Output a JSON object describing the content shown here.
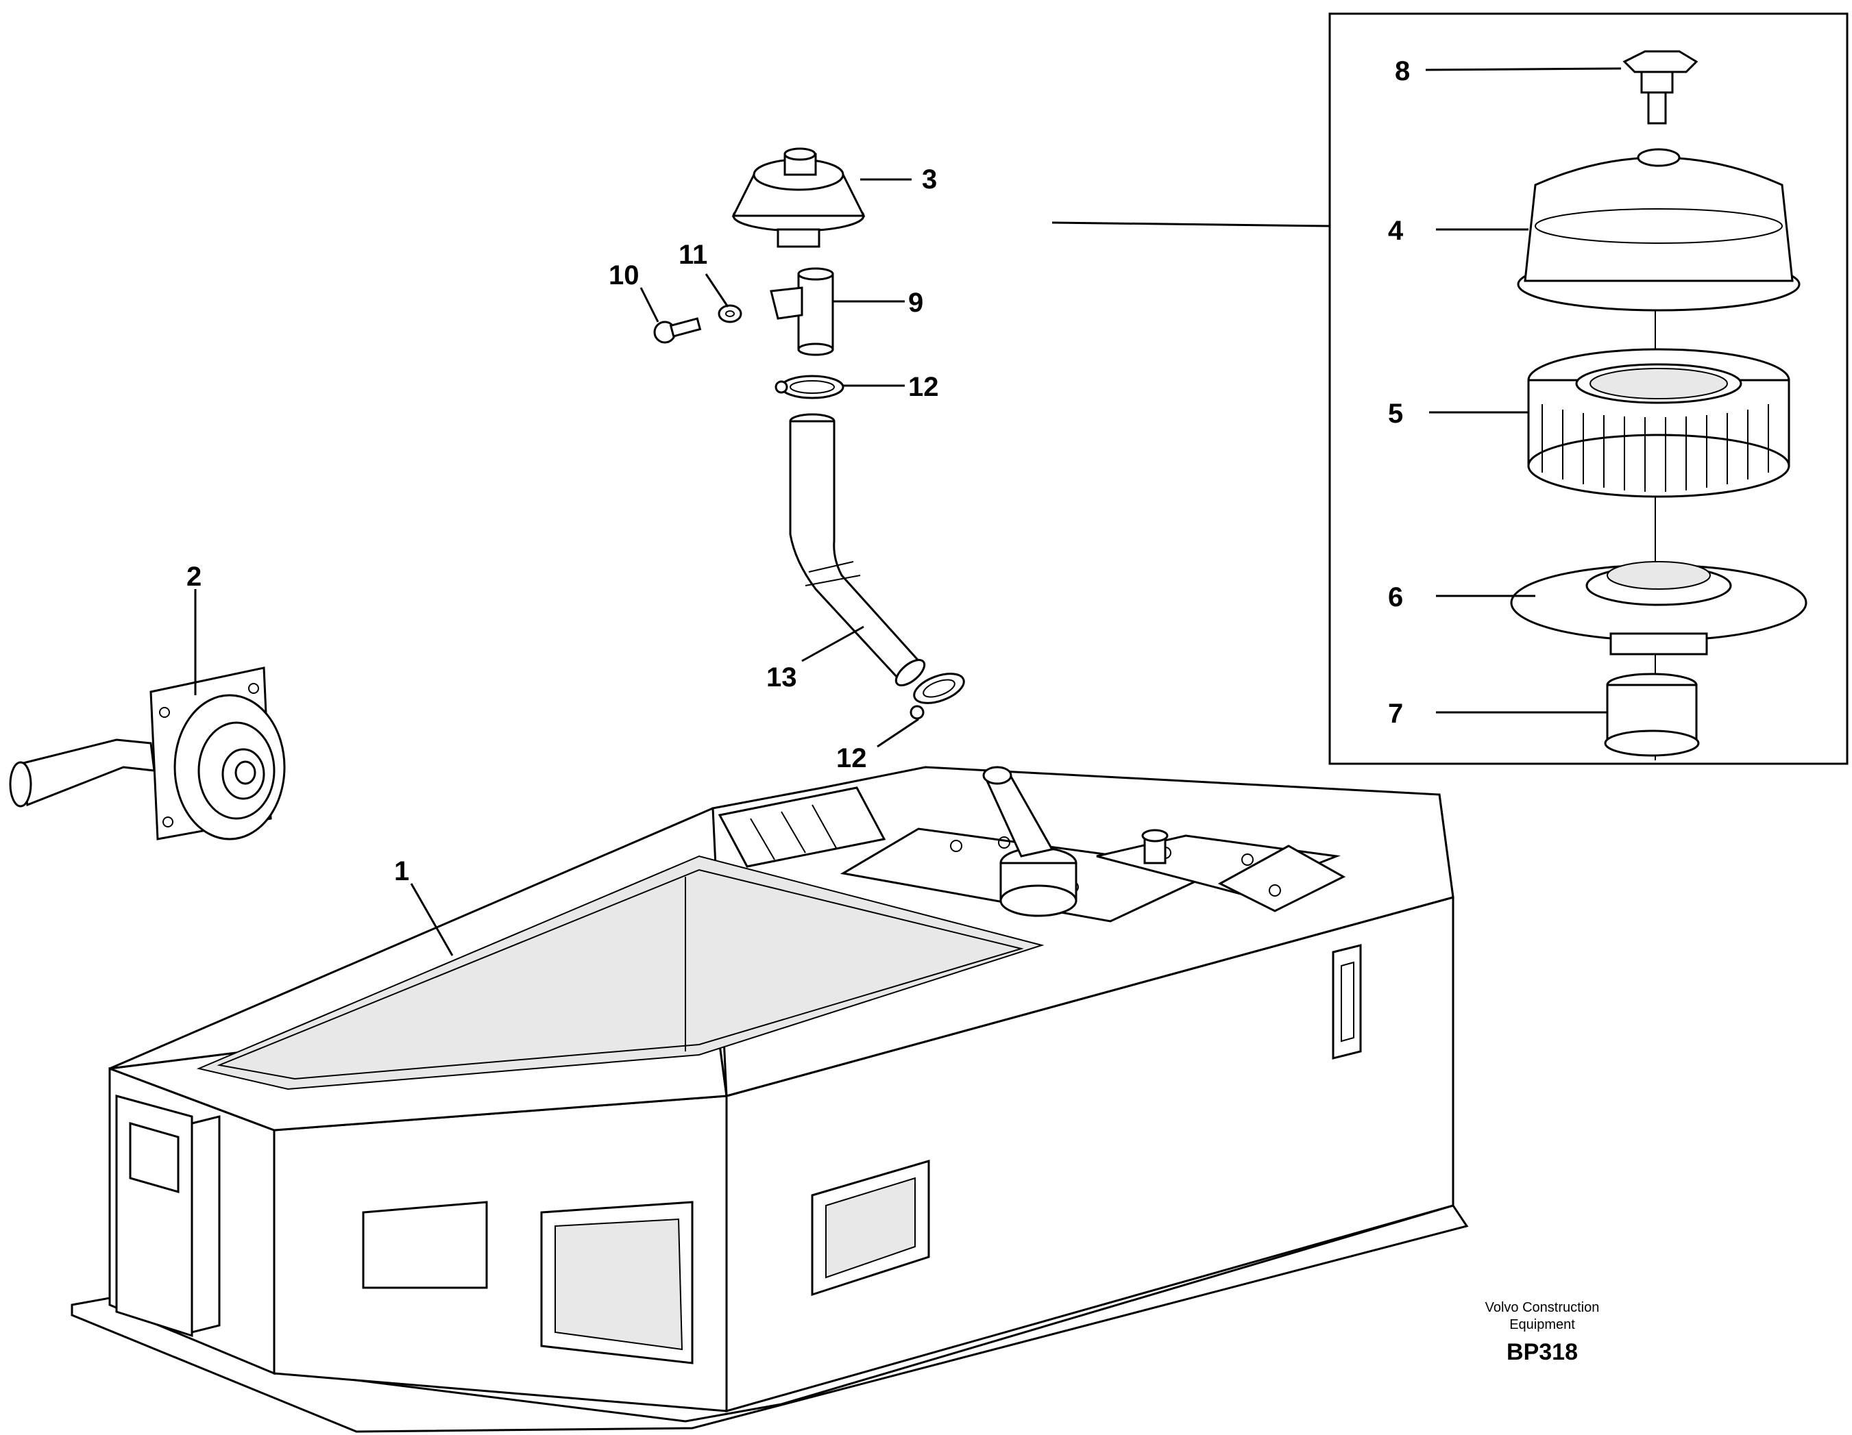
{
  "callouts": {
    "c1": "1",
    "c2": "2",
    "c3": "3",
    "c4": "4",
    "c5": "5",
    "c6": "6",
    "c7": "7",
    "c8": "8",
    "c9": "9",
    "c10": "10",
    "c11": "11",
    "c12a": "12",
    "c12b": "12",
    "c13": "13"
  },
  "caption": {
    "line1": "Volvo Construction",
    "line2": "Equipment",
    "code": "BP318"
  }
}
